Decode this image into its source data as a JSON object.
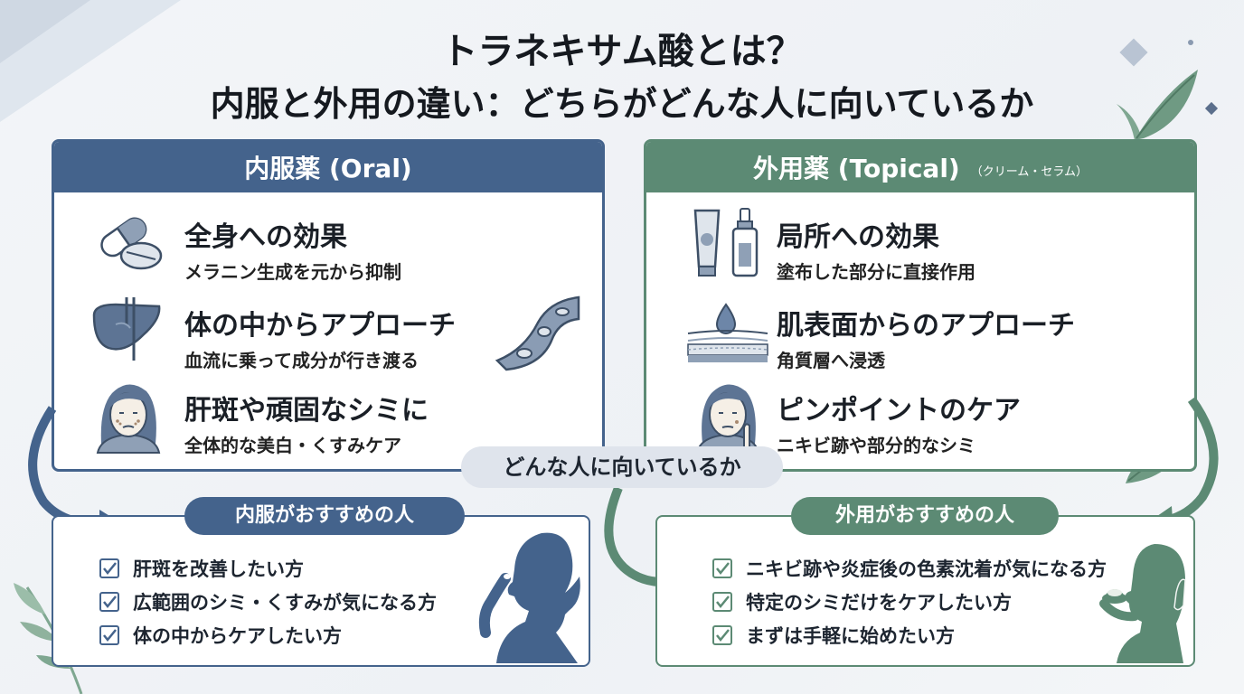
{
  "title": {
    "line1": "トラネキサム酸とは？",
    "line2": "内服と外用の違い：どちらがどんな人に向いているか"
  },
  "oral": {
    "header": "内服薬 (Oral)",
    "items": [
      {
        "title": "全身への効果",
        "desc": "メラニン生成を元から抑制",
        "icon": "pills-icon"
      },
      {
        "title": "体の中からアプローチ",
        "desc": "血流に乗って成分が行き渡る",
        "icon": "liver-icon"
      },
      {
        "title": "肝斑や頑固なシミに",
        "desc": "全体的な美白・くすみケア",
        "icon": "woman-face-icon"
      }
    ],
    "recommend": {
      "label": "内服がおすすめの人",
      "items": [
        "肝斑を改善したい方",
        "広範囲のシミ・くすみが気になる方",
        "体の中からケアしたい方"
      ]
    }
  },
  "topical": {
    "header": "外用薬 (Topical)",
    "header_sub": "（クリーム・セラム）",
    "items": [
      {
        "title": "局所への効果",
        "desc": "塗布した部分に直接作用",
        "icon": "tube-bottle-icon"
      },
      {
        "title": "肌表面からのアプローチ",
        "desc": "角質層へ浸透",
        "icon": "skin-layer-icon"
      },
      {
        "title": "ピンポイントのケア",
        "desc": "ニキビ跡や部分的なシミ",
        "icon": "face-touch-icon"
      }
    ],
    "recommend": {
      "label": "外用がおすすめの人",
      "items": [
        "ニキビ跡や炎症後の色素沈着が気になる方",
        "特定のシミだけをケアしたい方",
        "まずは手軽に始めたい方"
      ]
    }
  },
  "center_label": "どんな人に向いているか",
  "colors": {
    "oral": "#44638c",
    "topical": "#5c8a74",
    "pill": "#dfe4ec"
  }
}
